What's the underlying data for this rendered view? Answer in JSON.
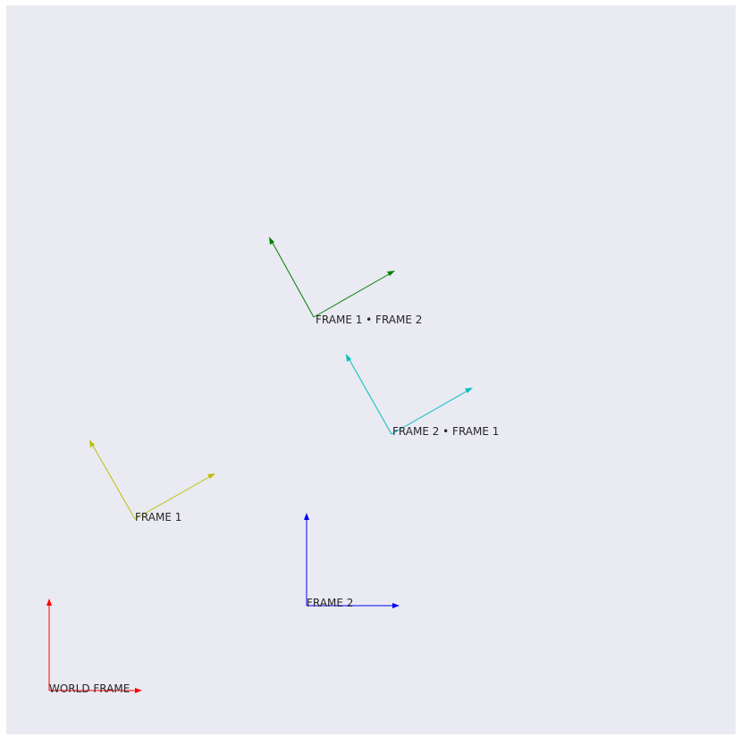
{
  "background_color": "#eaeaf2",
  "frames": [
    {
      "label": "WORLD FRAME",
      "color": "#ff0000"
    },
    {
      "label": "FRAME 1",
      "color": "#bfbf00"
    },
    {
      "label": "FRAME 2",
      "color": "#0000ff"
    },
    {
      "label": "FRAME 1 • FRAME 2",
      "color": "#008000"
    },
    {
      "label": "FRAME 2 • FRAME 1",
      "color": "#00bfbf"
    }
  ]
}
